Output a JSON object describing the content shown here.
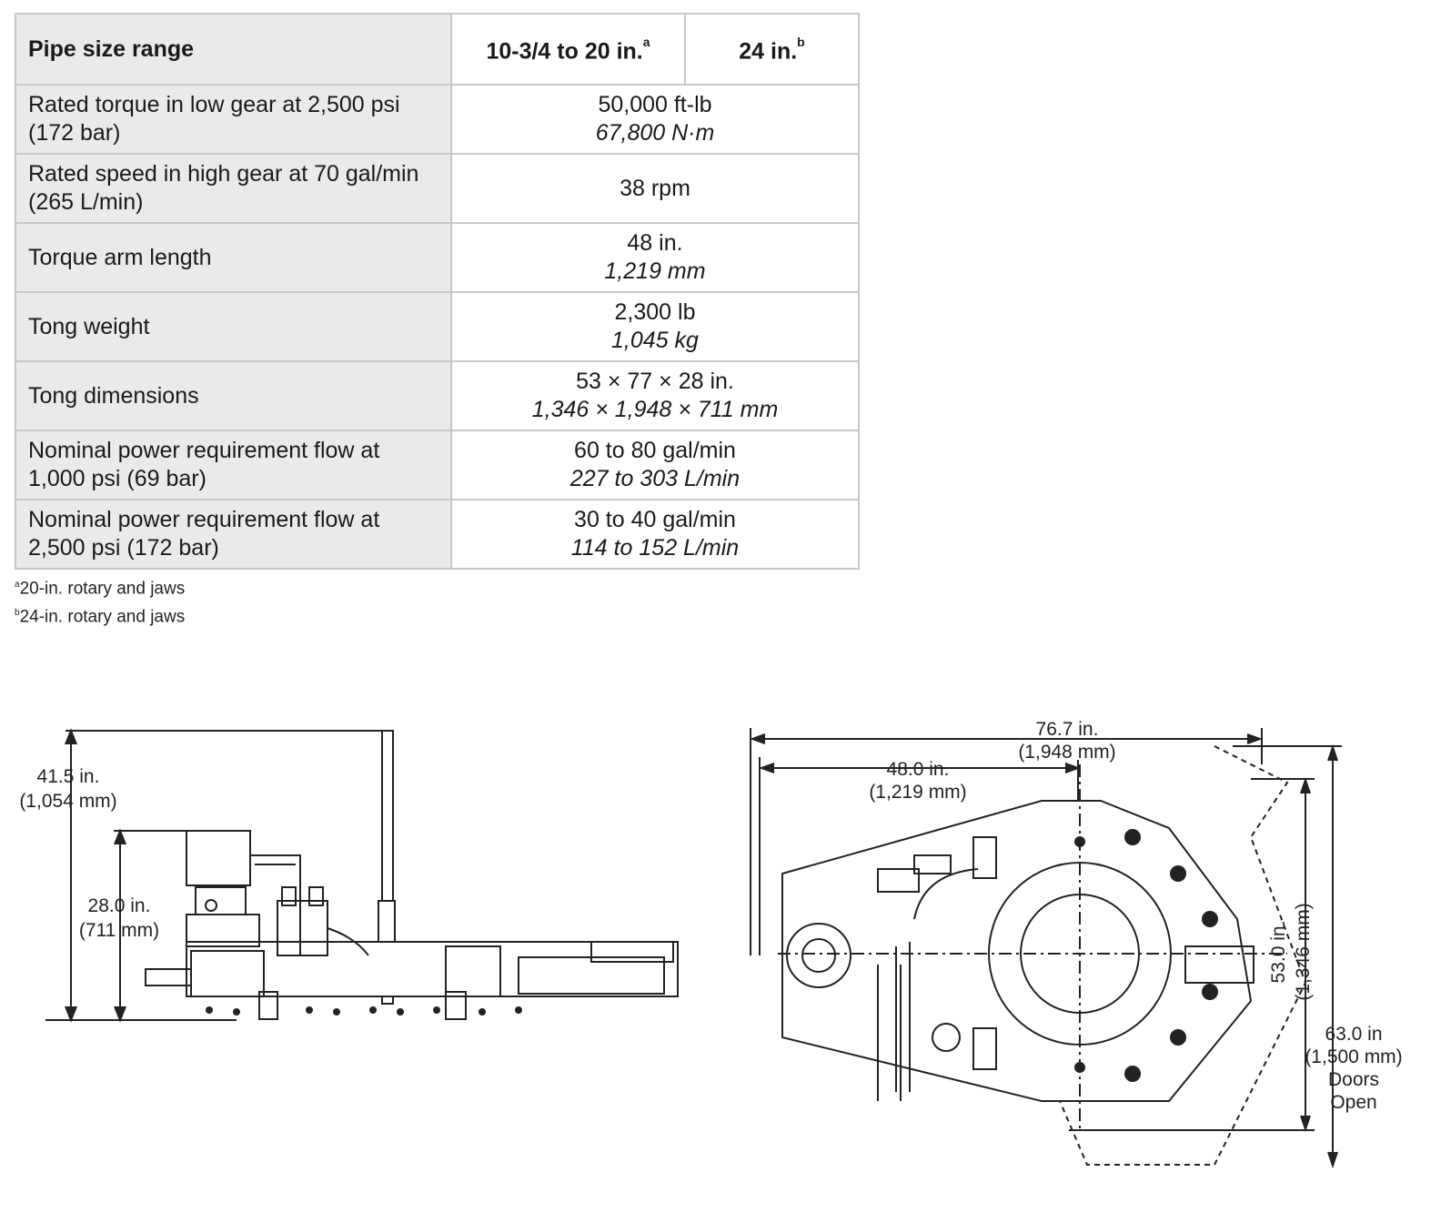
{
  "table": {
    "header": {
      "label": "Pipe size range",
      "col1": "10-3/4 to 20 in.",
      "col1_mark": "a",
      "col2": "24 in.",
      "col2_mark": "b"
    },
    "rows": [
      {
        "label": "Rated torque in low gear at 2,500 psi (172 bar)",
        "value": "50,000 ft-lb",
        "metric": "67,800 N·m"
      },
      {
        "label": "Rated speed in high gear at 70 gal/min (265 L/min)",
        "value": "38 rpm",
        "metric": ""
      },
      {
        "label": "Torque arm length",
        "value": "48 in.",
        "metric": "1,219 mm"
      },
      {
        "label": "Tong weight",
        "value": "2,300 lb",
        "metric": "1,045 kg"
      },
      {
        "label": "Tong dimensions",
        "value": "53 × 77 × 28 in.",
        "metric": "1,346 × 1,948 × 711 mm"
      },
      {
        "label": "Nominal power requirement flow at 1,000 psi (69 bar)",
        "value": "60 to 80 gal/min",
        "metric": "227 to 303 L/min"
      },
      {
        "label": "Nominal power requirement flow at 2,500 psi (172 bar)",
        "value": "30 to 40 gal/min",
        "metric": "114 to 152 L/min"
      }
    ]
  },
  "footnotes": [
    {
      "mark": "a",
      "text": "20-in. rotary and jaws"
    },
    {
      "mark": "b",
      "text": "24-in. rotary and jaws"
    }
  ],
  "side_view": {
    "height_in": "41.5 in.",
    "height_mm": "(1,054 mm)",
    "body_in": "28.0 in.",
    "body_mm": "(711 mm)"
  },
  "top_view": {
    "width_in": "76.7 in.",
    "width_mm": "(1,948 mm)",
    "arm_in": "48.0 in.",
    "arm_mm": "(1,219 mm)",
    "depth_in": "53.0 in.",
    "depth_mm": "(1,346 mm)",
    "open_in": "63.0 in",
    "open_mm": "(1,500 mm)",
    "open_note1": "Doors",
    "open_note2": "Open"
  }
}
